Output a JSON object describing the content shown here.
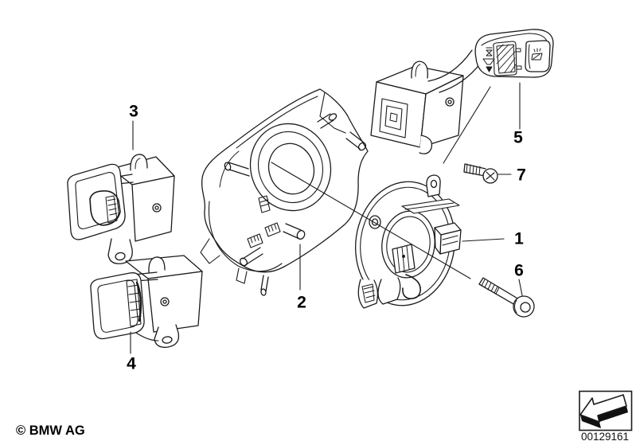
{
  "colors": {
    "background": "#ffffff",
    "ink": "#1b1b1b"
  },
  "callouts": [
    {
      "label": "1"
    },
    {
      "label": "2"
    },
    {
      "label": "3"
    },
    {
      "label": "4"
    },
    {
      "label": "5"
    },
    {
      "label": "6"
    },
    {
      "label": "7"
    }
  ],
  "footer": {
    "copyright": "© BMW AG",
    "image_number": "00129161"
  },
  "icons": {
    "direction_arrow": "↙"
  }
}
